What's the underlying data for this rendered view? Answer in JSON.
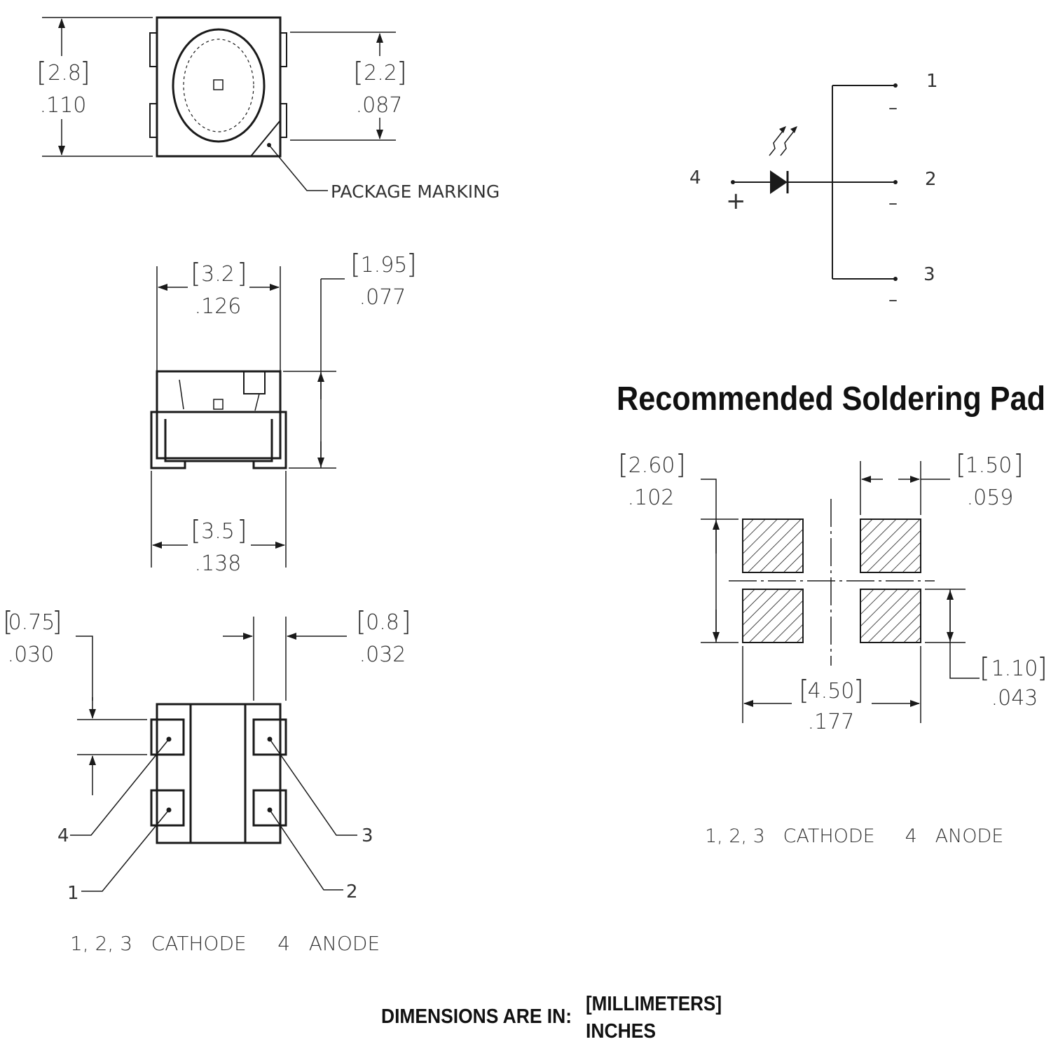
{
  "top_view": {
    "height_mm": "2.8",
    "height_in": ".110",
    "lens_mm": "2.2",
    "lens_in": ".087",
    "marking_label": "PACKAGE MARKING"
  },
  "side_view": {
    "width_mm": "3.2",
    "width_in": ".126",
    "height_mm": "1.95",
    "height_in": ".077",
    "lead_width_mm": "3.5",
    "lead_width_in": ".138"
  },
  "bottom_view": {
    "pad_mm": "0.75",
    "pad_in": ".030",
    "lead_mm": "0.8",
    "lead_in": ".032",
    "pins": [
      "4",
      "1",
      "3",
      "2"
    ],
    "legend": "1, 2, 3   CATHODE     4   ANODE"
  },
  "schematic": {
    "pins": [
      "1",
      "2",
      "3",
      "4"
    ],
    "minus": "–",
    "plus": "+"
  },
  "soldering_pad": {
    "title": "Recommended Soldering Pad",
    "height_mm": "2.60",
    "height_in": ".102",
    "pad_w_mm": "1.50",
    "pad_w_in": ".059",
    "pad_h_mm": "1.10",
    "pad_h_in": ".043",
    "span_mm": "4.50",
    "span_in": ".177",
    "legend": "1, 2, 3   CATHODE     4   ANODE"
  },
  "footer": {
    "label": "DIMENSIONS ARE IN:",
    "unit_mm": "[MILLIMETERS]",
    "unit_in": "INCHES"
  }
}
